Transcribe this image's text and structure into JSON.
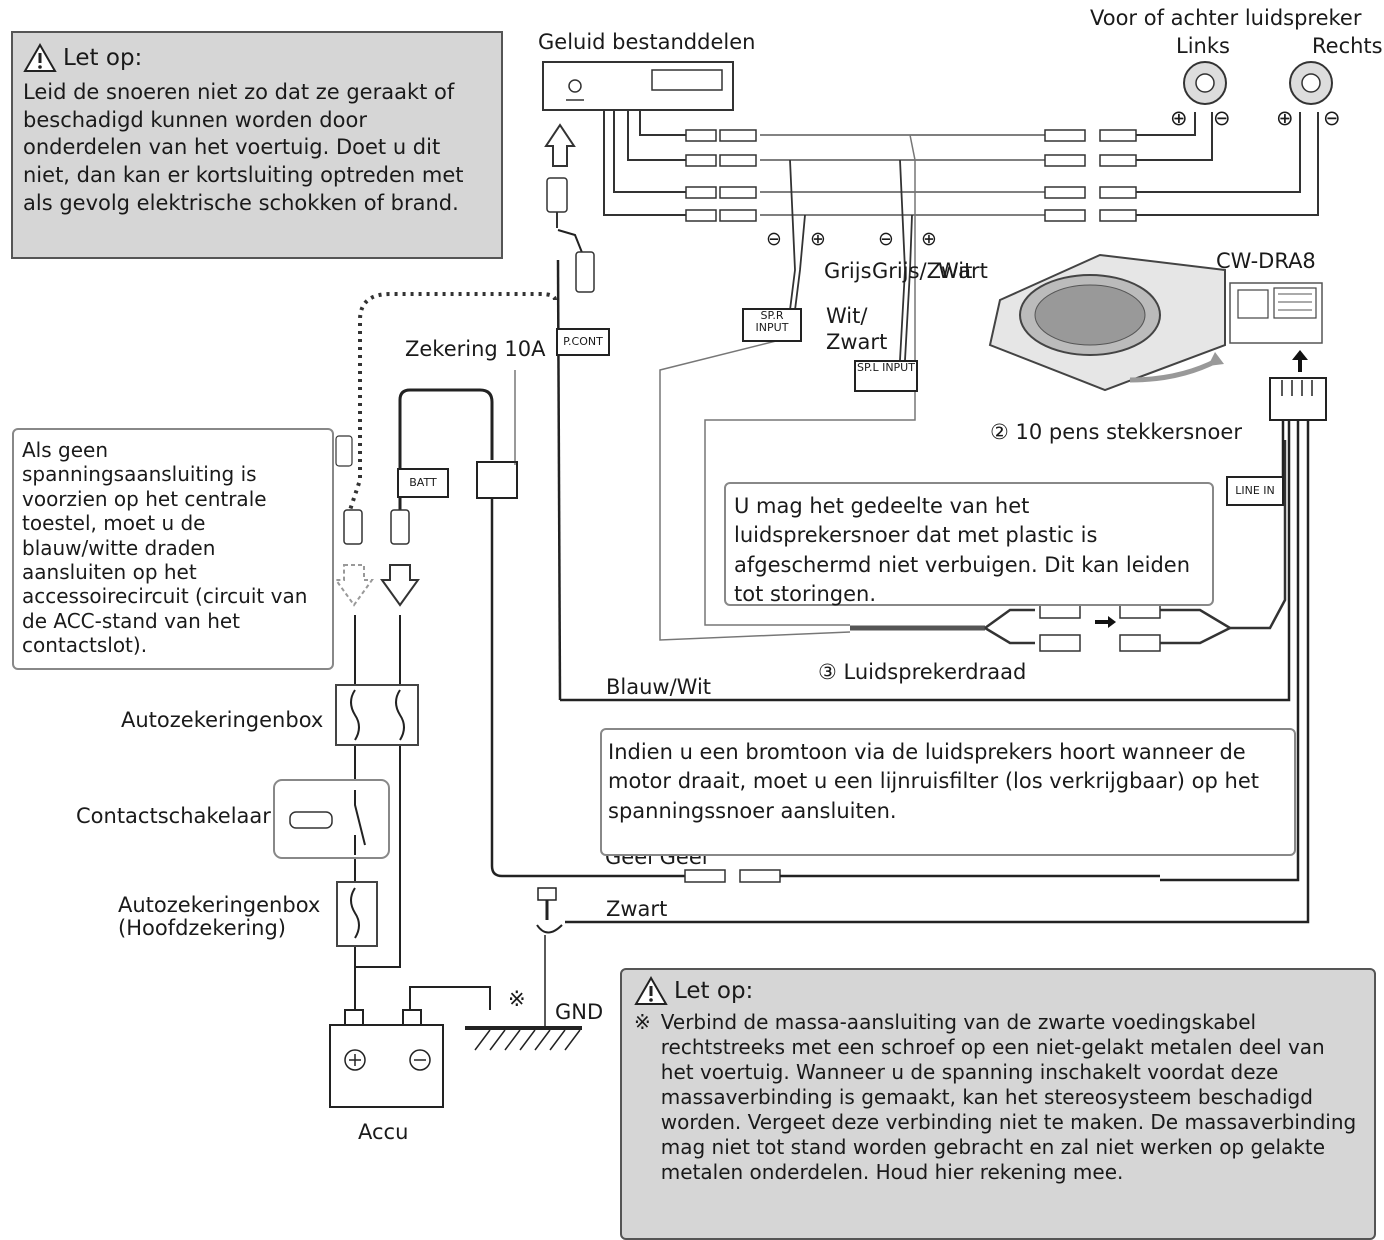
{
  "caution_top": {
    "title": "Let op:",
    "body": "Leid de snoeren niet zo dat ze geraakt of beschadigd kunnen worden door onderdelen van het voertuig. Doet u dit niet, dan kan er kortsluiting optreden met als gevolg elektrische schokken of brand."
  },
  "labels": {
    "sound_components": "Geluid bestanddelen",
    "speaker_title": "Voor of achter luidspreker",
    "left": "Links",
    "right": "Rechts",
    "grey": "Grijs",
    "grey_black": "Grijs/Zwart",
    "white": "Wit",
    "white_black_1": "Wit/",
    "white_black_2": "Zwart",
    "model": "CW-DRA8",
    "fuse": "Zekering 10A",
    "connector": "② 10 pens stekkersnoer",
    "speaker_wire": "③ Luidsprekerdraad",
    "blue_white": "Blauw/Wit",
    "fusebox1": "Autozekeringenbox",
    "ignition": "Contactschakelaar",
    "fusebox2_1": "Autozekeringenbox",
    "fusebox2_2": "(Hoofdzekering)",
    "battery": "Accu",
    "yellow": "Geel Geel",
    "black": "Zwart",
    "gnd": "GND",
    "ref_mark": "※",
    "plus": "⊕",
    "minus": "⊖"
  },
  "tags": {
    "sp_r": "SP.R INPUT",
    "sp_l": "SP.L INPUT",
    "p_cont": "P.CONT",
    "batt": "BATT",
    "line_in": "LINE IN"
  },
  "notes": {
    "acc_note": "Als geen spanningsaansluiting is voorzien op het centrale toestel, moet u de blauw/witte draden aansluiten op het accessoirecircuit (circuit van de ACC-stand van het contactslot).",
    "bend_note": "U mag het gedeelte van het luidsprekersnoer dat met plastic is afgeschermd niet verbuigen. Dit kan leiden tot storingen.",
    "noise_note": "Indien u een bromtoon via de luidsprekers hoort wanneer de motor draait, moet u een lijnruisfilter (los verkrijgbaar) op het spanningssnoer aansluiten."
  },
  "caution_bottom": {
    "title": "Let op:",
    "mark": "※",
    "body": "Verbind de massa-aansluiting van de zwarte voedingskabel rechtstreeks met een schroef op een niet-gelakt metalen deel van het voertuig. Wanneer u de spanning inschakelt voordat deze massaverbinding is gemaakt, kan het stereosysteem beschadigd worden. Vergeet deze verbinding niet te maken. De massaverbinding mag niet tot stand worden gebracht en zal niet werken op gelakte metalen onderdelen. Houd hier rekening mee."
  }
}
